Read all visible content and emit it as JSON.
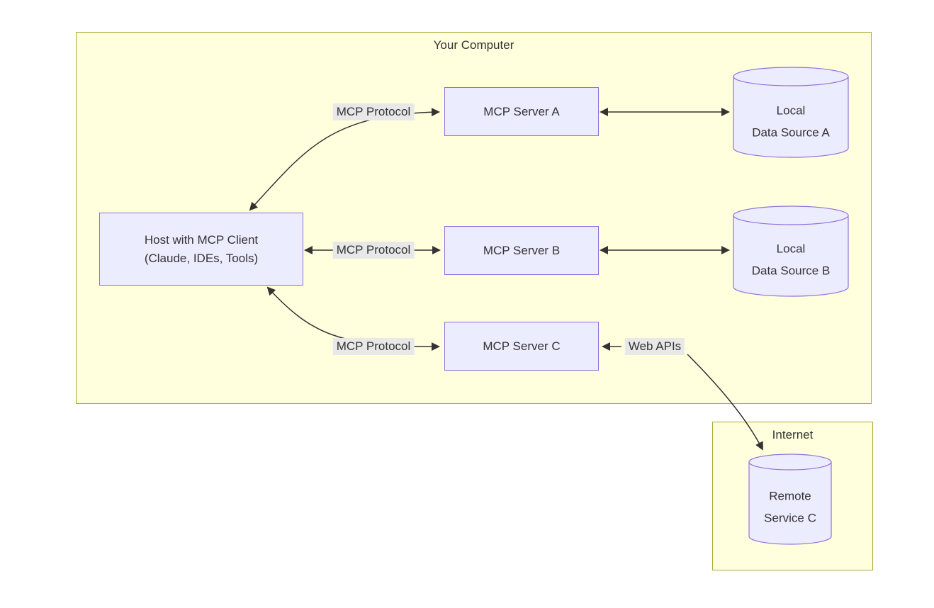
{
  "diagram": {
    "subgraphs": {
      "your_computer": {
        "title": "Your Computer"
      },
      "internet": {
        "title": "Internet"
      }
    },
    "nodes": {
      "host": {
        "label": "Host with MCP Client\n(Claude, IDEs, Tools)"
      },
      "server_a": {
        "label": "MCP Server A"
      },
      "server_b": {
        "label": "MCP Server B"
      },
      "server_c": {
        "label": "MCP Server C"
      },
      "data_a": {
        "label": "Local\nData Source A"
      },
      "data_b": {
        "label": "Local\nData Source B"
      },
      "remote_c": {
        "label": "Remote\nService C"
      }
    },
    "edge_labels": {
      "protocol_a": "MCP Protocol",
      "protocol_b": "MCP Protocol",
      "protocol_c": "MCP Protocol",
      "web_apis": "Web APIs"
    },
    "colors": {
      "node_fill": "#ECECFF",
      "node_border": "#9370DB",
      "subgraph_fill": "#ffffde",
      "subgraph_border": "#aaaa33",
      "edge_label_bg": "#e8e8e8",
      "line": "#333333"
    }
  }
}
